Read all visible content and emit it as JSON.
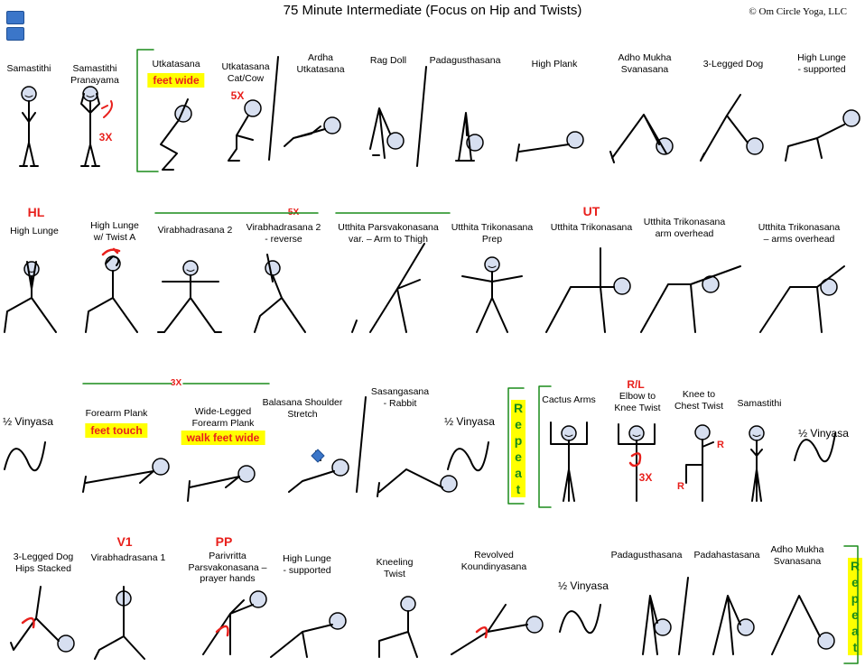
{
  "header": {
    "title": "75 Minute Intermediate (Focus on Hip and Twists)",
    "copyright": "© Om Circle Yoga, LLC"
  },
  "row1": {
    "poses": [
      {
        "l1": "Samastithi",
        "l2": ""
      },
      {
        "l1": "Samastithi",
        "l2": "Pranayama"
      },
      {
        "l1": "Utkatasana",
        "l2": ""
      },
      {
        "l1": "Utkatasana",
        "l2": "Cat/Cow"
      },
      {
        "l1": "Ardha",
        "l2": "Utkatasana"
      },
      {
        "l1": "Rag Doll",
        "l2": ""
      },
      {
        "l1": "Padagusthasana",
        "l2": ""
      },
      {
        "l1": "High Plank",
        "l2": ""
      },
      {
        "l1": "Adho Mukha",
        "l2": "Svanasana"
      },
      {
        "l1": "3-Legged Dog",
        "l2": ""
      },
      {
        "l1": "High Lunge",
        "l2": "- supported"
      }
    ],
    "note_feet_wide": "feet wide",
    "count_5x": "5X",
    "count_3x": "3X"
  },
  "row2": {
    "tag_hl": "HL",
    "tag_ut": "UT",
    "count_5x": "5X",
    "poses": [
      {
        "l1": "High Lunge",
        "l2": ""
      },
      {
        "l1": "High Lunge",
        "l2": "w/ Twist A"
      },
      {
        "l1": "Virabhadrasana 2",
        "l2": ""
      },
      {
        "l1": "Virabhadrasana 2",
        "l2": "- reverse"
      },
      {
        "l1": "Utthita Parsvakonasana",
        "l2": "var. – Arm to Thigh"
      },
      {
        "l1": "Utthita Trikonasana",
        "l2": "Prep"
      },
      {
        "l1": "Utthita Trikonasana",
        "l2": ""
      },
      {
        "l1": "Utthita Trikonasana",
        "l2": "arm overhead"
      },
      {
        "l1": "Utthita Trikonasana",
        "l2": "– arms overhead"
      }
    ]
  },
  "row3": {
    "half_vinyasa_1": "½ Vinyasa",
    "half_vinyasa_2": "½ Vinyasa",
    "half_vinyasa_3": "½ Vinyasa",
    "count_3x": "3X",
    "twist_count": "3X",
    "rl": "R/L",
    "r1": "R",
    "r2": "R",
    "repeat": [
      "R",
      "e",
      "p",
      "e",
      "a",
      "t"
    ],
    "note_feet_touch": "feet touch",
    "note_walk_feet": "walk feet wide",
    "poses": [
      {
        "l1": "Forearm Plank",
        "l2": "",
        "l3": ""
      },
      {
        "l1": "Wide-Legged",
        "l2": "Forearm Plank",
        "l3": ""
      },
      {
        "l1": "Balasana Shoulder",
        "l2": "Stretch",
        "l3": ""
      },
      {
        "l1": "Sasangasana",
        "l2": "- Rabbit",
        "l3": ""
      },
      {
        "l1": "Cactus Arms",
        "l2": "",
        "l3": ""
      },
      {
        "l1": "Elbow to",
        "l2": "Knee Twist",
        "l3": ""
      },
      {
        "l1": "Knee to",
        "l2": "Chest Twist",
        "l3": ""
      },
      {
        "l1": "Samastithi",
        "l2": "",
        "l3": ""
      }
    ]
  },
  "row4": {
    "tag_v1": "V1",
    "tag_pp": "PP",
    "half_vinyasa": "½ Vinyasa",
    "repeat": [
      "R",
      "e",
      "p",
      "e",
      "a",
      "t"
    ],
    "poses": [
      {
        "l1": "3-Legged Dog",
        "l2": "Hips Stacked",
        "l3": ""
      },
      {
        "l1": "Virabhadrasana 1",
        "l2": "",
        "l3": ""
      },
      {
        "l1": "Parivritta",
        "l2": "Parsvakonasana –",
        "l3": "prayer hands"
      },
      {
        "l1": "High Lunge",
        "l2": "- supported",
        "l3": ""
      },
      {
        "l1": "Kneeling",
        "l2": "Twist",
        "l3": ""
      },
      {
        "l1": "Revolved",
        "l2": "Koundinyasana",
        "l3": ""
      },
      {
        "l1": "Padagusthasana",
        "l2": "",
        "l3": ""
      },
      {
        "l1": "Padahastasana",
        "l2": "",
        "l3": ""
      },
      {
        "l1": "Adho Mukha",
        "l2": "Svanasana",
        "l3": ""
      }
    ]
  },
  "colors": {
    "red": "#e8201c",
    "green": "#1a8c1a",
    "highlight": "#ffff00",
    "head_fill": "#d7dff0",
    "nav_blue": "#3b76c9"
  }
}
